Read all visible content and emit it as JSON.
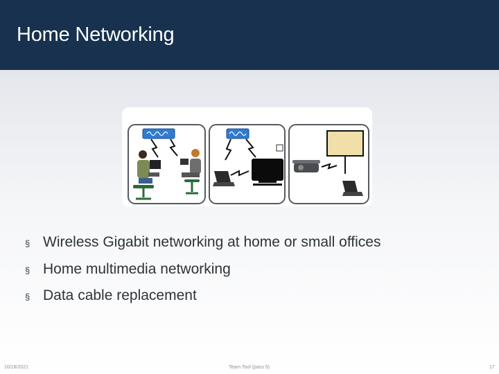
{
  "slide": {
    "title": "Home Networking"
  },
  "figure": {
    "panels": [
      {
        "name": "networking-office-scene",
        "icons": [
          "wireless-router-icon",
          "person-at-computer-icon",
          "person-at-laptop-icon"
        ]
      },
      {
        "name": "multimedia-scene",
        "icons": [
          "wireless-router-icon",
          "laptop-icon",
          "television-icon"
        ]
      },
      {
        "name": "cable-replacement-scene",
        "icons": [
          "projector-icon",
          "projection-screen-icon",
          "laptop-icon"
        ]
      }
    ]
  },
  "bullets": [
    {
      "marker": "§",
      "text": "Wireless Gigabit networking at home or small offices"
    },
    {
      "marker": "§",
      "text": "Home multimedia networking"
    },
    {
      "marker": "§",
      "text": "Data cable replacement"
    }
  ],
  "footer": {
    "date": "10/18/2021",
    "center": "Team Tool (pass 5)",
    "page": "17"
  },
  "colors": {
    "title_bar": "#17314f",
    "router": "#2f7bd0",
    "screen": "#f0dfa8"
  }
}
